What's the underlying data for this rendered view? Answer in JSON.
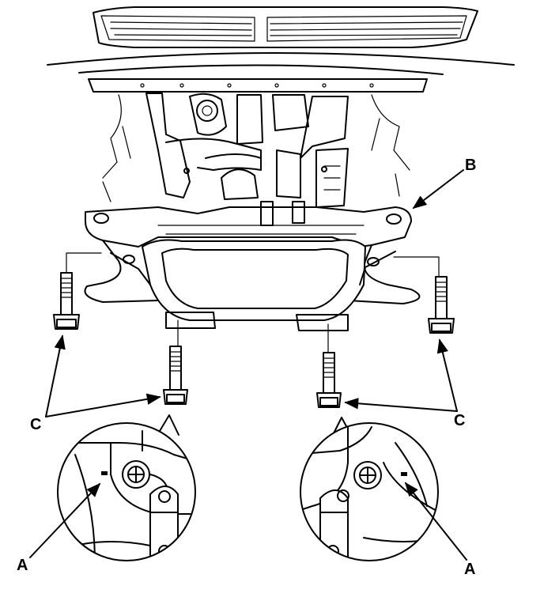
{
  "callouts": {
    "a_left": "A",
    "a_right": "A",
    "b": "B",
    "c_left": "C",
    "c_right": "C"
  }
}
